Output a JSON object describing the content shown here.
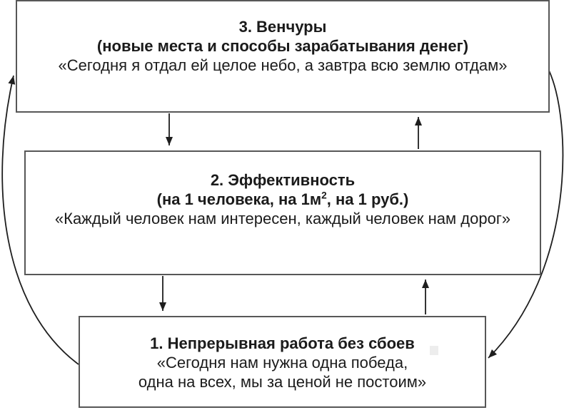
{
  "diagram": {
    "colors": {
      "background": "#ffffff",
      "box_border": "#575757",
      "arrow": "#1e1e1e",
      "text": "#1b1b1b",
      "artifact": "#ededed"
    },
    "boxes": [
      {
        "id": "ventures",
        "title": "3. Венчуры",
        "subtitle": "(новые места и способы зарабатывания денег)",
        "quote": "«Сегодня я отдал ей целое небо, а завтра всю землю отдам»"
      },
      {
        "id": "efficiency",
        "title": "2. Эффективность",
        "subtitle_prefix": "(на 1 человека, на 1м",
        "subtitle_sup": "2",
        "subtitle_suffix": ", на 1 руб.)",
        "quote": "«Каждый человек нам интересен, каждый человек нам дорог»"
      },
      {
        "id": "continuous-work",
        "title": "1. Непрерывная работа без сбоев",
        "quote_line1": "«Сегодня нам нужна одна победа,",
        "quote_line2": "одна на всех, мы за ценой не постоим»"
      }
    ],
    "arrows": [
      {
        "name": "down-ventures-to-efficiency"
      },
      {
        "name": "up-efficiency-to-ventures"
      },
      {
        "name": "down-efficiency-to-continuous-work"
      },
      {
        "name": "up-continuous-work-to-efficiency"
      },
      {
        "name": "curve-left-continuous-work-to-ventures"
      },
      {
        "name": "curve-right-ventures-to-continuous-work"
      }
    ]
  }
}
